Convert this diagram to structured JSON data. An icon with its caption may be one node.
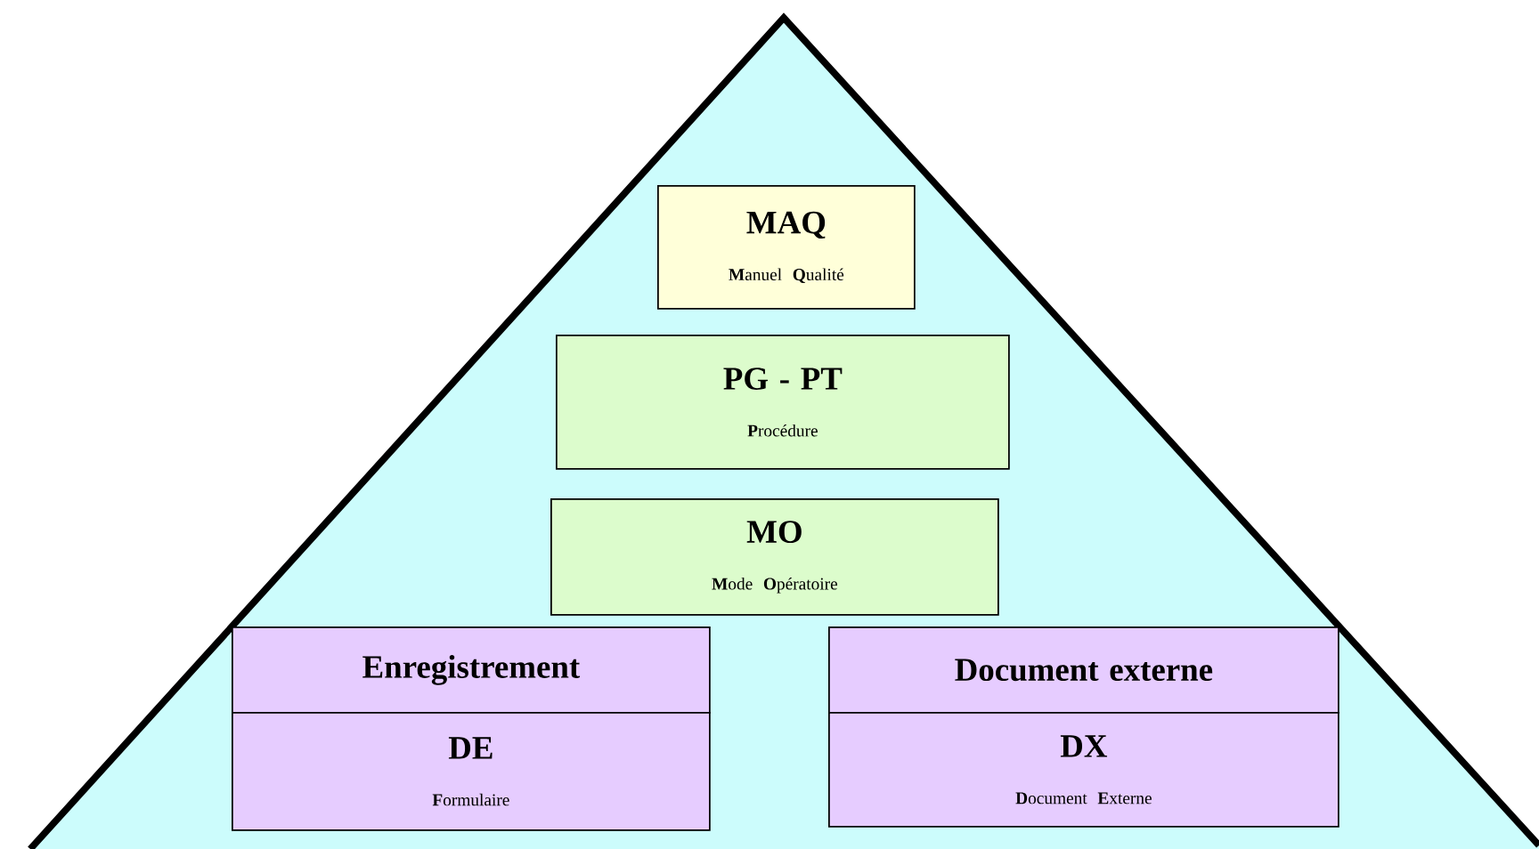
{
  "diagram": {
    "nodes": [
      {
        "text": [],
        "shape": "triangle"
      },
      {
        "text": [
          "MAQ",
          "**M**anuel **Q**ualité"
        ],
        "in": 0
      },
      {
        "text": [
          "PG - PT",
          "**P**rocédure"
        ],
        "in": 0
      },
      {
        "text": [
          "MO",
          "**M**ode **O**pératoire"
        ],
        "in": 0
      },
      {
        "text": [
          "Enregistrement"
        ],
        "in": 0
      },
      {
        "text": [
          "DE",
          "**F**ormulaire"
        ],
        "in": 0
      },
      {
        "text": [
          "Document externe"
        ],
        "in": 0
      },
      {
        "text": [
          "DX",
          "**D**ocument **E**xterne"
        ],
        "in": 0
      }
    ]
  }
}
